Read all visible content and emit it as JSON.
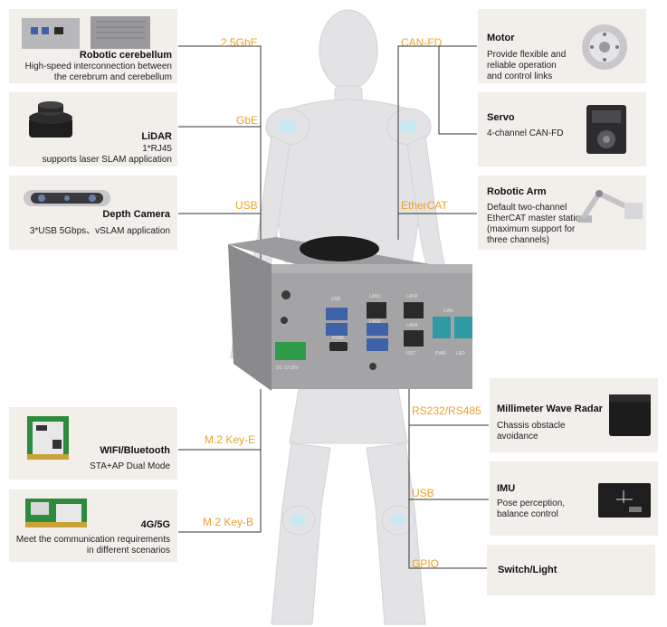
{
  "accent_color": "#f0a028",
  "card_color": "#f2eeea",
  "left_modules": [
    {
      "title": "Robotic cerebellum",
      "desc": [
        "High-speed interconnection between",
        "the cerebrum and cerebellum"
      ],
      "icon": "mini-pc-icon"
    },
    {
      "title": "LiDAR",
      "desc": [
        "1*RJ45",
        "supports laser SLAM application"
      ],
      "icon": "lidar-icon"
    },
    {
      "title": "Depth Camera",
      "desc": [
        "3*USB 5Gbps、vSLAM application"
      ],
      "icon": "depth-camera-icon"
    },
    {
      "title": "WIFI/Bluetooth",
      "desc": [
        "STA+AP Dual Mode"
      ],
      "icon": "wifi-module-icon"
    },
    {
      "title": "4G/5G",
      "desc": [
        "Meet the communication requirements",
        "in different scenarios"
      ],
      "icon": "cellular-module-icon"
    }
  ],
  "right_modules": [
    {
      "title": "Motor",
      "desc": [
        "Provide flexible and",
        "reliable operation",
        "and control links"
      ],
      "icon": "motor-icon"
    },
    {
      "title": "Servo",
      "desc": [
        "4-channel CAN-FD"
      ],
      "icon": "servo-icon"
    },
    {
      "title": "Robotic Arm",
      "desc": [
        "Default two-channel",
        "EtherCAT master station",
        "(maximum support for",
        "three channels)"
      ],
      "icon": "robotic-arm-icon"
    },
    {
      "title": "Millimeter Wave Radar",
      "desc": [
        "Chassis obstacle",
        "avoidance"
      ],
      "icon": "radar-icon"
    },
    {
      "title": "IMU",
      "desc": [
        "Pose perception,",
        "balance control"
      ],
      "icon": "imu-icon"
    },
    {
      "title": "Switch/Light",
      "desc": [],
      "icon": ""
    }
  ],
  "interfaces": {
    "gbe25": "2.5GbE",
    "gbe": "GbE",
    "usb_left": "USB",
    "m2e": "M.2 Key-E",
    "m2b": "M.2 Key-B",
    "canfd": "CAN-FD",
    "ethercat": "EtherCAT",
    "rs": "RS232/RS485",
    "usb_right": "USB",
    "gpio": "GPIO"
  },
  "device_labels": {
    "usb": "USB",
    "lan1": "LAN1",
    "lan2": "LAN2",
    "lan3": "LAN3",
    "lan4": "LAN4",
    "hdmi": "HDMI",
    "can": "CAN",
    "rst": "RST",
    "pwr": "PWR",
    "led": "LED",
    "dc": "DC 12-28V"
  }
}
